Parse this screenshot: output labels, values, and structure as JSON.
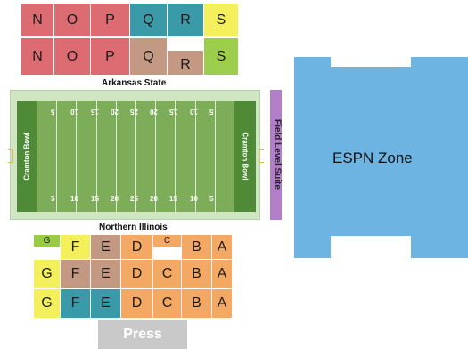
{
  "colors": {
    "pink": "#dd6b72",
    "teal": "#3a9aa8",
    "yellow": "#f3f05c",
    "lime": "#9ccd4d",
    "tan": "#c49983",
    "orange": "#f3a863",
    "green": "#99cc44",
    "espn": "#6db4e2",
    "field": "#7dad59",
    "endzone": "#4f8b37",
    "suite": "#b37ec9",
    "press": "#c9c9c9"
  },
  "labels": {
    "top_team": "Arkansas State",
    "bottom_team": "Northern Illinois",
    "endzone_text": "Cramton Bowl",
    "suite": "Field Level Suite",
    "espn": "ESPN Zone",
    "press": "Press"
  },
  "yard_numbers": [
    "5",
    "10",
    "15",
    "20",
    "25",
    "20",
    "15",
    "10",
    "5"
  ],
  "upper_sections": [
    {
      "id": "N",
      "row": 1
    },
    {
      "id": "O",
      "row": 1
    },
    {
      "id": "P",
      "row": 1
    },
    {
      "id": "Q",
      "row": 1
    },
    {
      "id": "R",
      "row": 1
    },
    {
      "id": "S",
      "row": 1
    },
    {
      "id": "N",
      "row": 2
    },
    {
      "id": "O",
      "row": 2
    },
    {
      "id": "P",
      "row": 2
    },
    {
      "id": "Q",
      "row": 2
    },
    {
      "id": "R",
      "row": 2
    },
    {
      "id": "S",
      "row": 2
    }
  ],
  "lower_sections": [
    {
      "id": "G",
      "row": 1
    },
    {
      "id": "F",
      "row": 1
    },
    {
      "id": "E",
      "row": 1
    },
    {
      "id": "D",
      "row": 1
    },
    {
      "id": "C",
      "row": 1
    },
    {
      "id": "B",
      "row": 1
    },
    {
      "id": "A",
      "row": 1
    },
    {
      "id": "G",
      "row": 2
    },
    {
      "id": "F",
      "row": 2
    },
    {
      "id": "E",
      "row": 2
    },
    {
      "id": "D",
      "row": 2
    },
    {
      "id": "C",
      "row": 2
    },
    {
      "id": "B",
      "row": 2
    },
    {
      "id": "A",
      "row": 2
    },
    {
      "id": "G",
      "row": 3
    },
    {
      "id": "F",
      "row": 3
    },
    {
      "id": "E",
      "row": 3
    },
    {
      "id": "D",
      "row": 3
    },
    {
      "id": "C",
      "row": 3
    },
    {
      "id": "B",
      "row": 3
    },
    {
      "id": "A",
      "row": 3
    }
  ]
}
